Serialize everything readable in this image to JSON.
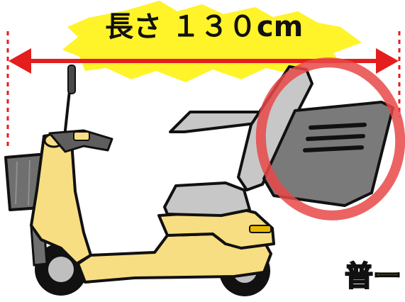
{
  "headline": {
    "text": "長さ １３０cm"
  },
  "stamp": {
    "text": "普ー"
  },
  "colors": {
    "burst": "#fff32a",
    "arrow": "#e41d1d",
    "highlight_ring": "#e84848",
    "body_yellow": "#f8de82",
    "seat_gray": "#c7c7c7",
    "panel_gray": "#7a7a7a",
    "outline": "#111111"
  },
  "icons": [
    "starburst-shape",
    "measure-arrow",
    "mobility-scooter-illustration",
    "highlight-ring",
    "stamp-mark"
  ]
}
